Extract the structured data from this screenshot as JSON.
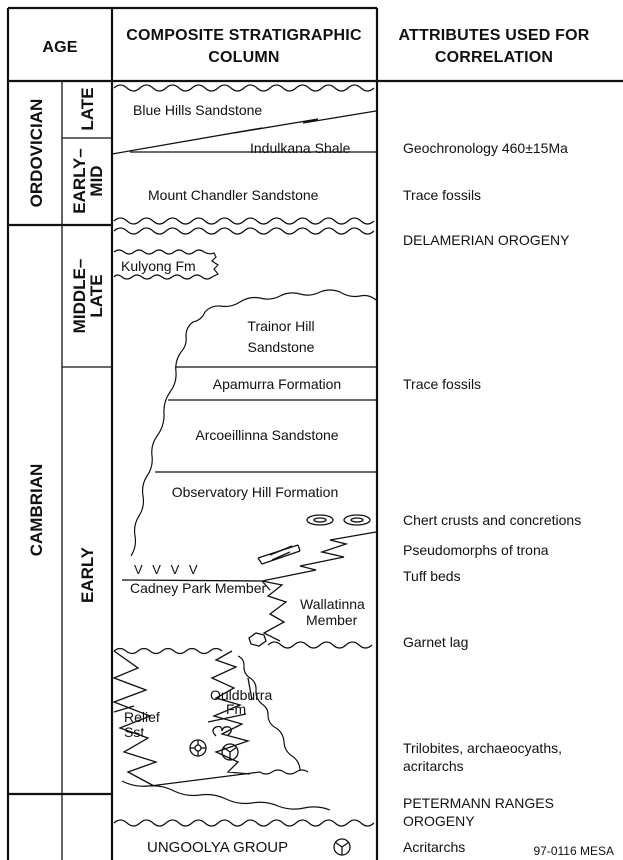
{
  "headers": {
    "age": "AGE",
    "column_line1": "COMPOSITE STRATIGRAPHIC",
    "column_line2": "COLUMN",
    "attributes_line1": "ATTRIBUTES USED FOR",
    "attributes_line2": "CORRELATION"
  },
  "periods": {
    "ordovician": "ORDOVICIAN",
    "cambrian": "CAMBRIAN"
  },
  "epochs": {
    "late": "LATE",
    "early_mid_1": "EARLY–",
    "early_mid_2": "MID",
    "middle_late_1": "MIDDLE–",
    "middle_late_2": "LATE",
    "early": "EARLY"
  },
  "units": {
    "blue_hills": "Blue Hills Sandstone",
    "indulkana": "Indulkana Shale",
    "mount_chandler": "Mount Chandler Sandstone",
    "kulyong": "Kulyong Fm",
    "trainor_1": "Trainor Hill",
    "trainor_2": "Sandstone",
    "apamurra": "Apamurra Formation",
    "arcoeillinna": "Arcoeillinna Sandstone",
    "observatory": "Observatory Hill Formation",
    "cadney": "Cadney Park Member",
    "wallatinna_1": "Wallatinna",
    "wallatinna_2": "Member",
    "ouldburra_1": "Ouldburra",
    "ouldburra_2": "Fm",
    "relief_1": "Relief",
    "relief_2": "Sst",
    "ungoolya": "UNGOOLYA GROUP",
    "tuff_symbols": "V V V V"
  },
  "attributes": {
    "geochronology": "Geochronology 460±15Ma",
    "trace_fossils_1": "Trace fossils",
    "delamerian": "DELAMERIAN OROGENY",
    "trace_fossils_2": "Trace fossils",
    "chert": "Chert crusts and concretions",
    "trona": "Pseudomorphs of trona",
    "tuff": "Tuff beds",
    "garnet": "Garnet lag",
    "trilobites_1": "Trilobites, archaeocyaths,",
    "trilobites_2": "acritarchs",
    "petermann_1": "PETERMANN RANGES",
    "petermann_2": "OROGENY",
    "acritarchs": "Acritarchs"
  },
  "figure_id": "97-0116 MESA"
}
